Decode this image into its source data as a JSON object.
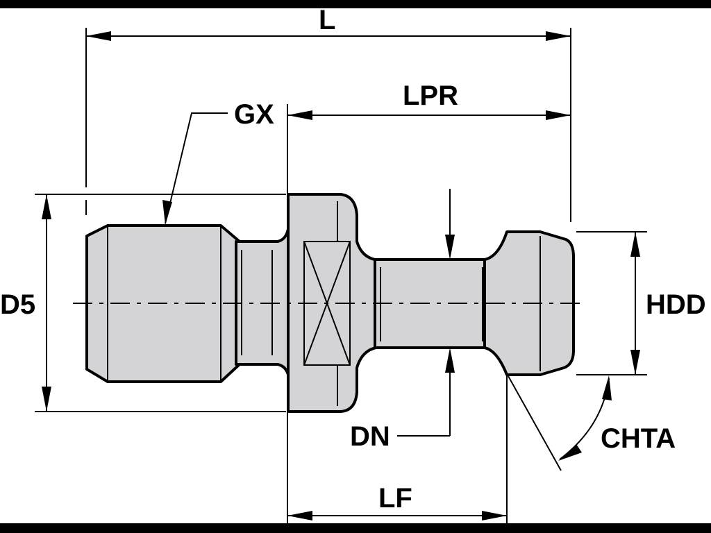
{
  "colors": {
    "frame": "#000000",
    "part_fill": "#d4d4d6",
    "line": "#000000"
  },
  "labels": {
    "L": "L",
    "LPR": "LPR",
    "GX": "GX",
    "D5": "D5",
    "HDD": "HDD",
    "DN": "DN",
    "CHTA": "CHTA",
    "LF": "LF"
  }
}
